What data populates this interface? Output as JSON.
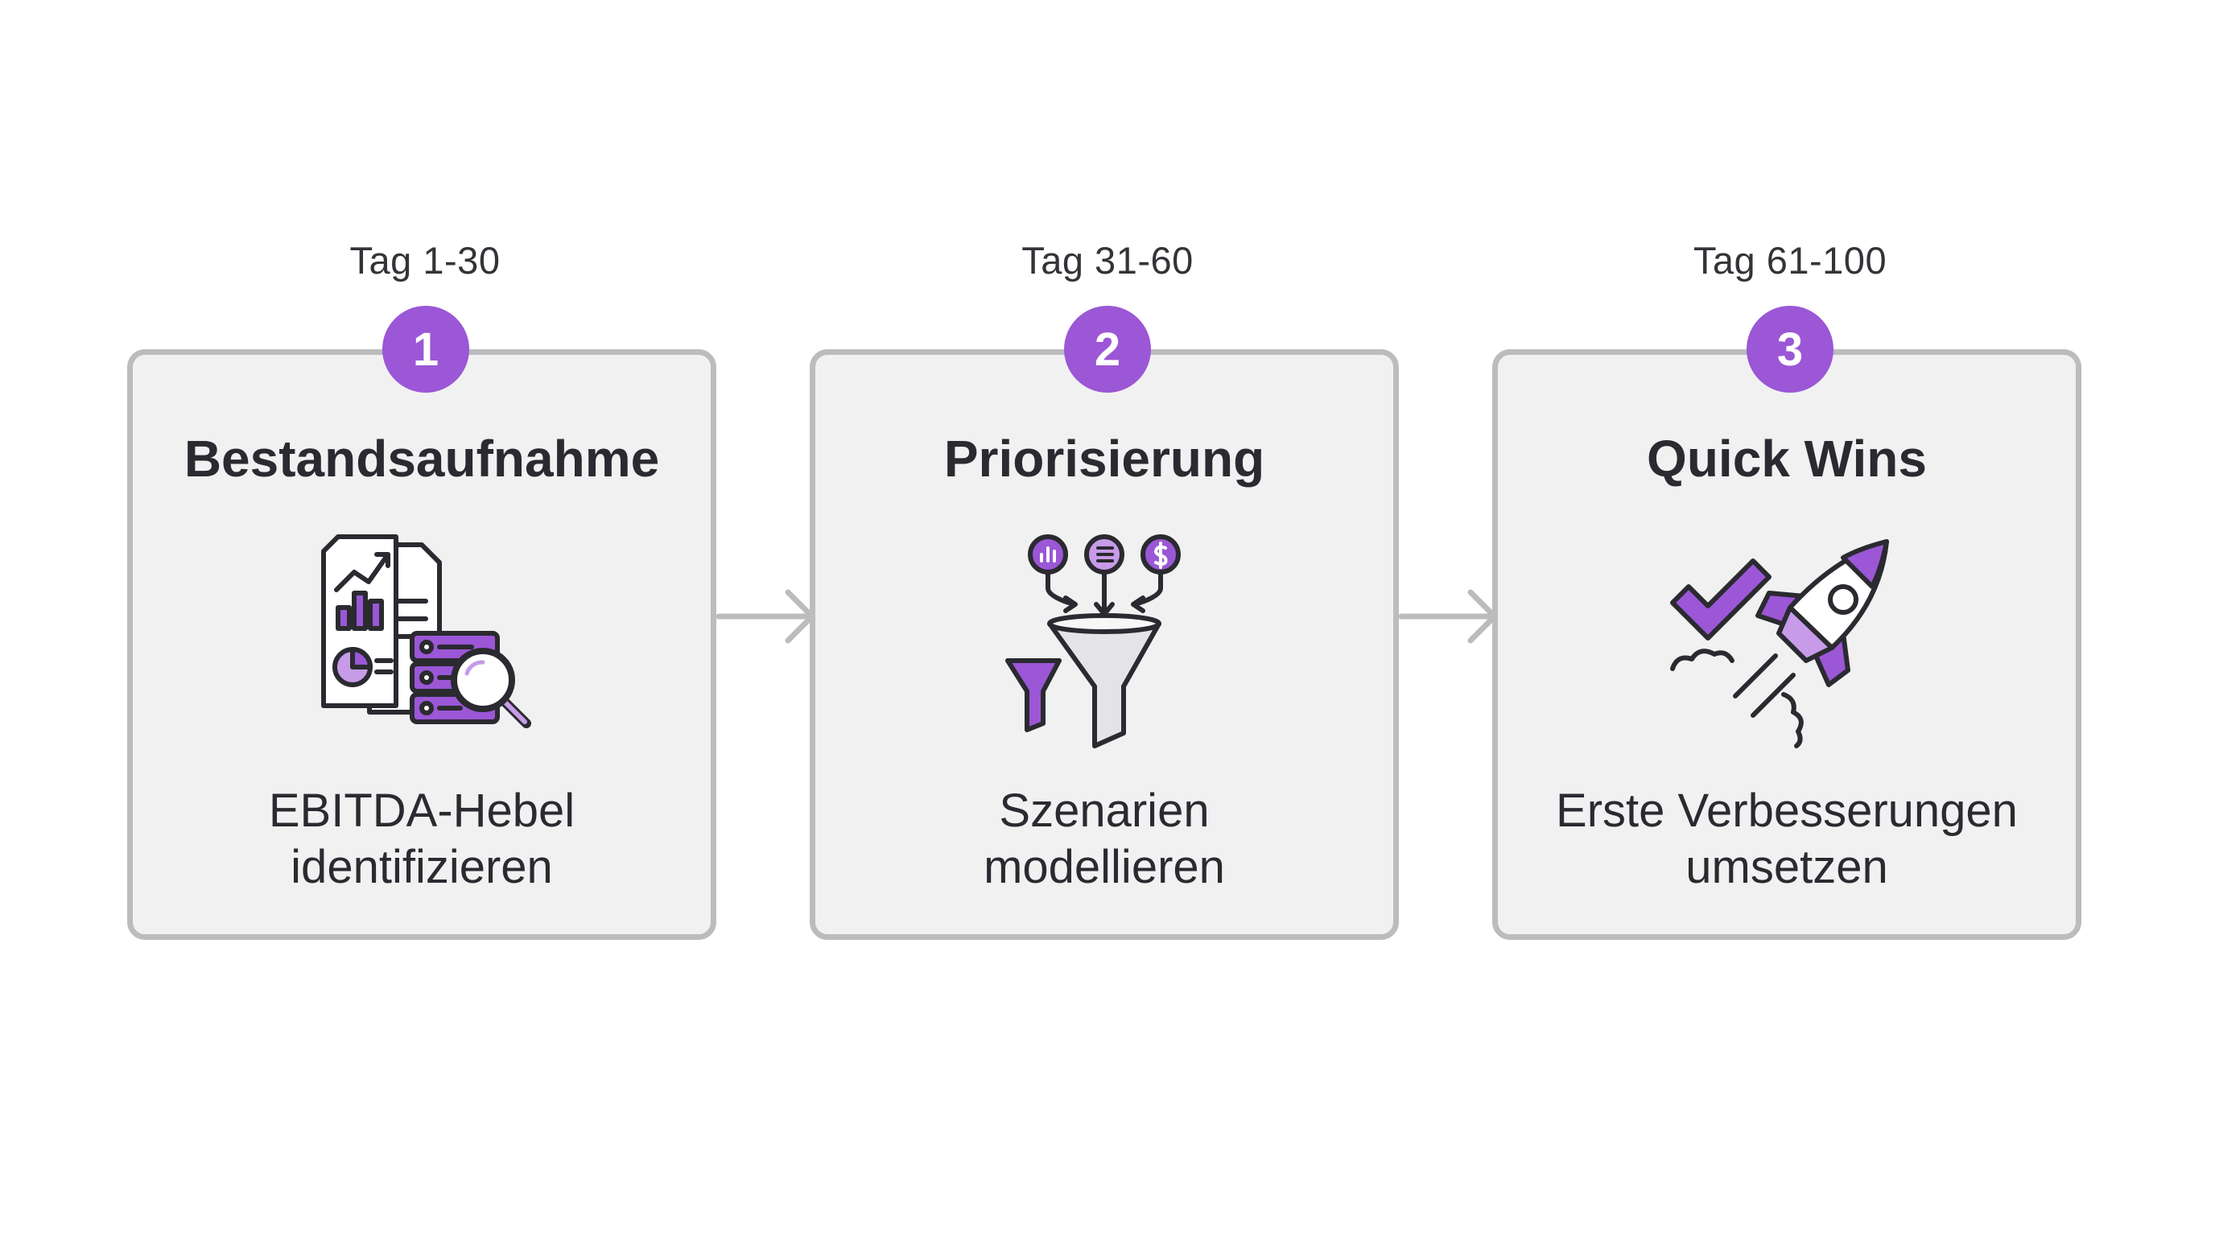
{
  "steps": [
    {
      "number": "1",
      "period": "Tag 1-30",
      "title": "Bestandsaufnahme",
      "icon": "data-analysis-icon",
      "desc_line1": "EBITDA-Hebel",
      "desc_line2": "identifizieren"
    },
    {
      "number": "2",
      "period": "Tag 31-60",
      "title": "Priorisierung",
      "icon": "funnel-icon",
      "desc_line1": "Szenarien",
      "desc_line2": "modellieren"
    },
    {
      "number": "3",
      "period": "Tag 61-100",
      "title": "Quick Wins",
      "icon": "checkmark-rocket-icon",
      "desc_line1": "Erste Verbesserungen",
      "desc_line2": "umsetzen"
    }
  ],
  "colors": {
    "accent": "#9b57d6",
    "accent_light": "#c79be8",
    "border": "#bcbcbc",
    "card_bg": "#f1f1f2",
    "text": "#2a2a30"
  }
}
